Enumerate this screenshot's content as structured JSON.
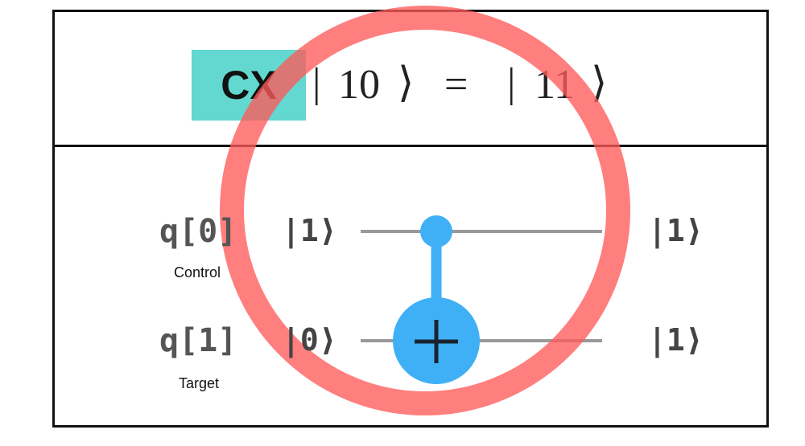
{
  "equation": {
    "gate": "CX",
    "input_ket_open": "|",
    "input_value": "10",
    "input_ket_close": "⟩",
    "equals": "=",
    "output_ket_open": "|",
    "output_value": "11",
    "output_ket_close": "⟩"
  },
  "circuit": {
    "qubits": [
      {
        "name": "q[0]",
        "role": "Control",
        "input_state": "|1⟩",
        "output_state": "|1⟩"
      },
      {
        "name": "q[1]",
        "role": "Target",
        "input_state": "|0⟩",
        "output_state": "|1⟩"
      }
    ]
  },
  "colors": {
    "gate_highlight": "#62d8d0",
    "gate_blue": "#3fb0f5",
    "wire": "#999999",
    "ring_overlay": "#ff5a5a",
    "frame": "#111111"
  },
  "icons": {
    "control_dot": "control-dot-icon",
    "target": "cnot-target-plus-icon",
    "overlay": "red-circle-overlay"
  }
}
